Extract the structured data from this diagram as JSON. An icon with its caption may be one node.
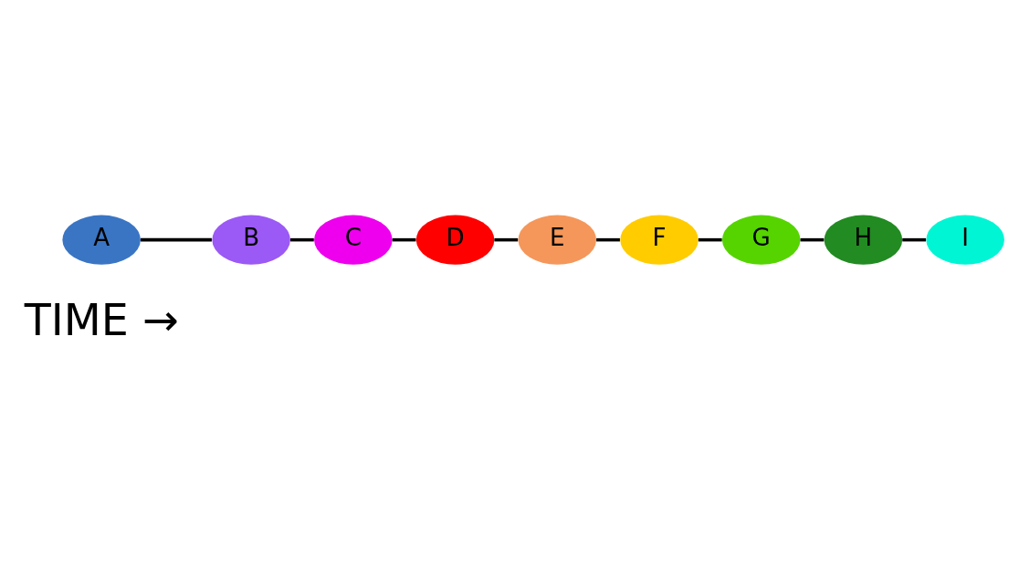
{
  "diagram": {
    "nodes": [
      {
        "text": [
          "A"
        ]
      },
      {
        "text": [
          "B"
        ]
      },
      {
        "text": [
          "C"
        ]
      },
      {
        "text": [
          "D"
        ]
      },
      {
        "text": [
          "E"
        ]
      },
      {
        "text": [
          "F"
        ]
      },
      {
        "text": [
          "G"
        ]
      },
      {
        "text": [
          "H"
        ]
      },
      {
        "text": [
          "I"
        ]
      }
    ],
    "edges": [
      {
        "from": 0,
        "to": 1,
        "arrow": "none"
      },
      {
        "from": 1,
        "to": 2,
        "arrow": "none"
      },
      {
        "from": 2,
        "to": 3,
        "arrow": "none"
      },
      {
        "from": 3,
        "to": 4,
        "arrow": "none"
      },
      {
        "from": 4,
        "to": 5,
        "arrow": "none"
      },
      {
        "from": 5,
        "to": 6,
        "arrow": "none"
      },
      {
        "from": 6,
        "to": 7,
        "arrow": "none"
      },
      {
        "from": 7,
        "to": 8,
        "arrow": "none"
      }
    ],
    "labels": [
      "TIME →"
    ]
  }
}
